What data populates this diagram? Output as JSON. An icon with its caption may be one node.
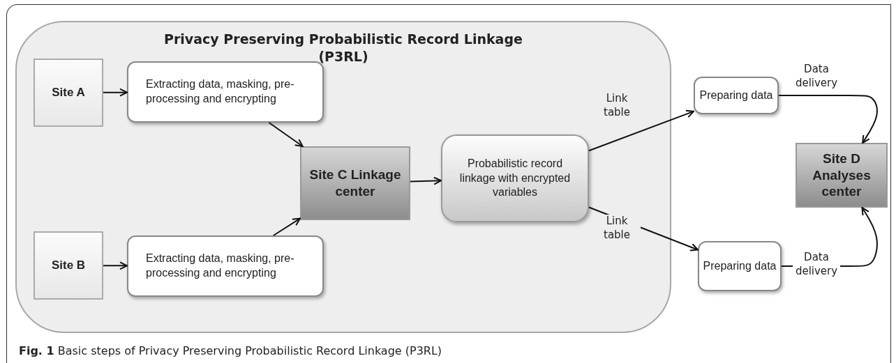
{
  "diagram": {
    "caption": "**Fig. 1** Basic steps of Privacy Preserving Probabilistic Record Linkage (P3RL)",
    "nodes": [
      {
        "text": [
          "Privacy Preserving Probabilistic Record Linkage (P3RL)"
        ]
      },
      {
        "text": [
          "Site A"
        ],
        "in": 0
      },
      {
        "text": [
          "Extracting data, masking, pre-processing and encrypting"
        ],
        "in": 0
      },
      {
        "text": [
          "Site C Linkage center"
        ],
        "in": 0
      },
      {
        "text": [
          "Probabilistic record linkage with encrypted variables"
        ],
        "in": 0
      },
      {
        "text": [
          "Site B"
        ],
        "in": 0
      },
      {
        "text": [
          "Extracting data, masking, pre-processing and encrypting"
        ],
        "in": 0
      },
      {
        "text": [
          "Preparing data"
        ]
      },
      {
        "text": [
          "Preparing data"
        ]
      },
      {
        "text": [
          "Site D Analyses center"
        ]
      }
    ],
    "edges": [
      {
        "from": 1,
        "to": 2,
        "arrow": "to"
      },
      {
        "from": 2,
        "to": 3,
        "arrow": "to"
      },
      {
        "from": 5,
        "to": 6,
        "arrow": "to"
      },
      {
        "from": 6,
        "to": 3,
        "arrow": "to"
      },
      {
        "from": 3,
        "to": 4,
        "arrow": "to"
      },
      {
        "from": 4,
        "to": 7,
        "arrow": "to",
        "label": "Link table"
      },
      {
        "from": 4,
        "to": 8,
        "arrow": "to",
        "label": "Link table"
      },
      {
        "from": 7,
        "to": 9,
        "arrow": "to",
        "label": "Data delivery"
      },
      {
        "from": 8,
        "to": 9,
        "arrow": "to",
        "label": "Data delivery"
      }
    ]
  }
}
